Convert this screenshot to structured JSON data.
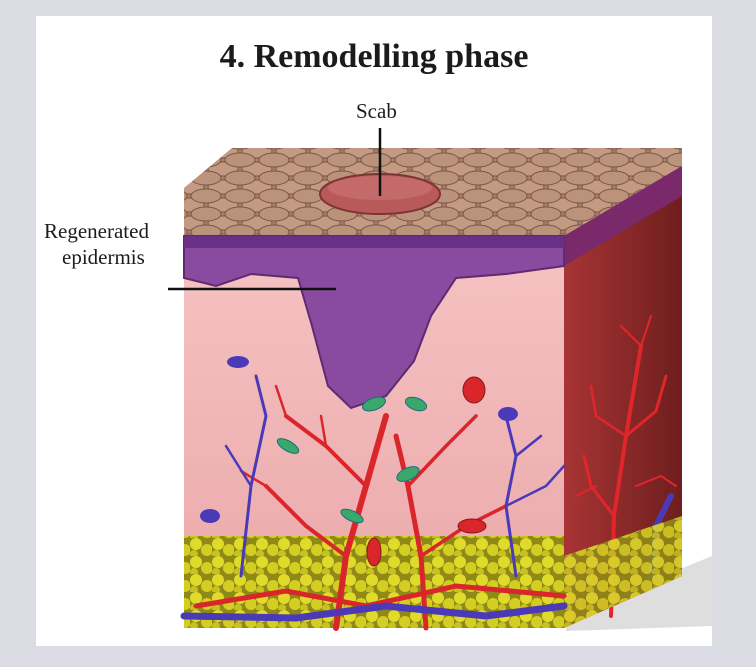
{
  "diagram": {
    "title": "4. Remodelling phase",
    "labels": {
      "scab": "Scab",
      "regenerated_line1": "Regenerated",
      "regenerated_line2": "epidermis"
    }
  },
  "colors": {
    "background": "#dcdce4",
    "panel": "#ffffff",
    "skin_surface": "#b58a72",
    "scab": "#b85a5a",
    "epidermis": "#8a4aa0",
    "dermis": "#f1b7b8",
    "side_face": "#8e2a2a",
    "artery": "#d9262b",
    "vein": "#4a3ab8",
    "fat": "#d8d21e",
    "cell": "#3aa86a"
  }
}
